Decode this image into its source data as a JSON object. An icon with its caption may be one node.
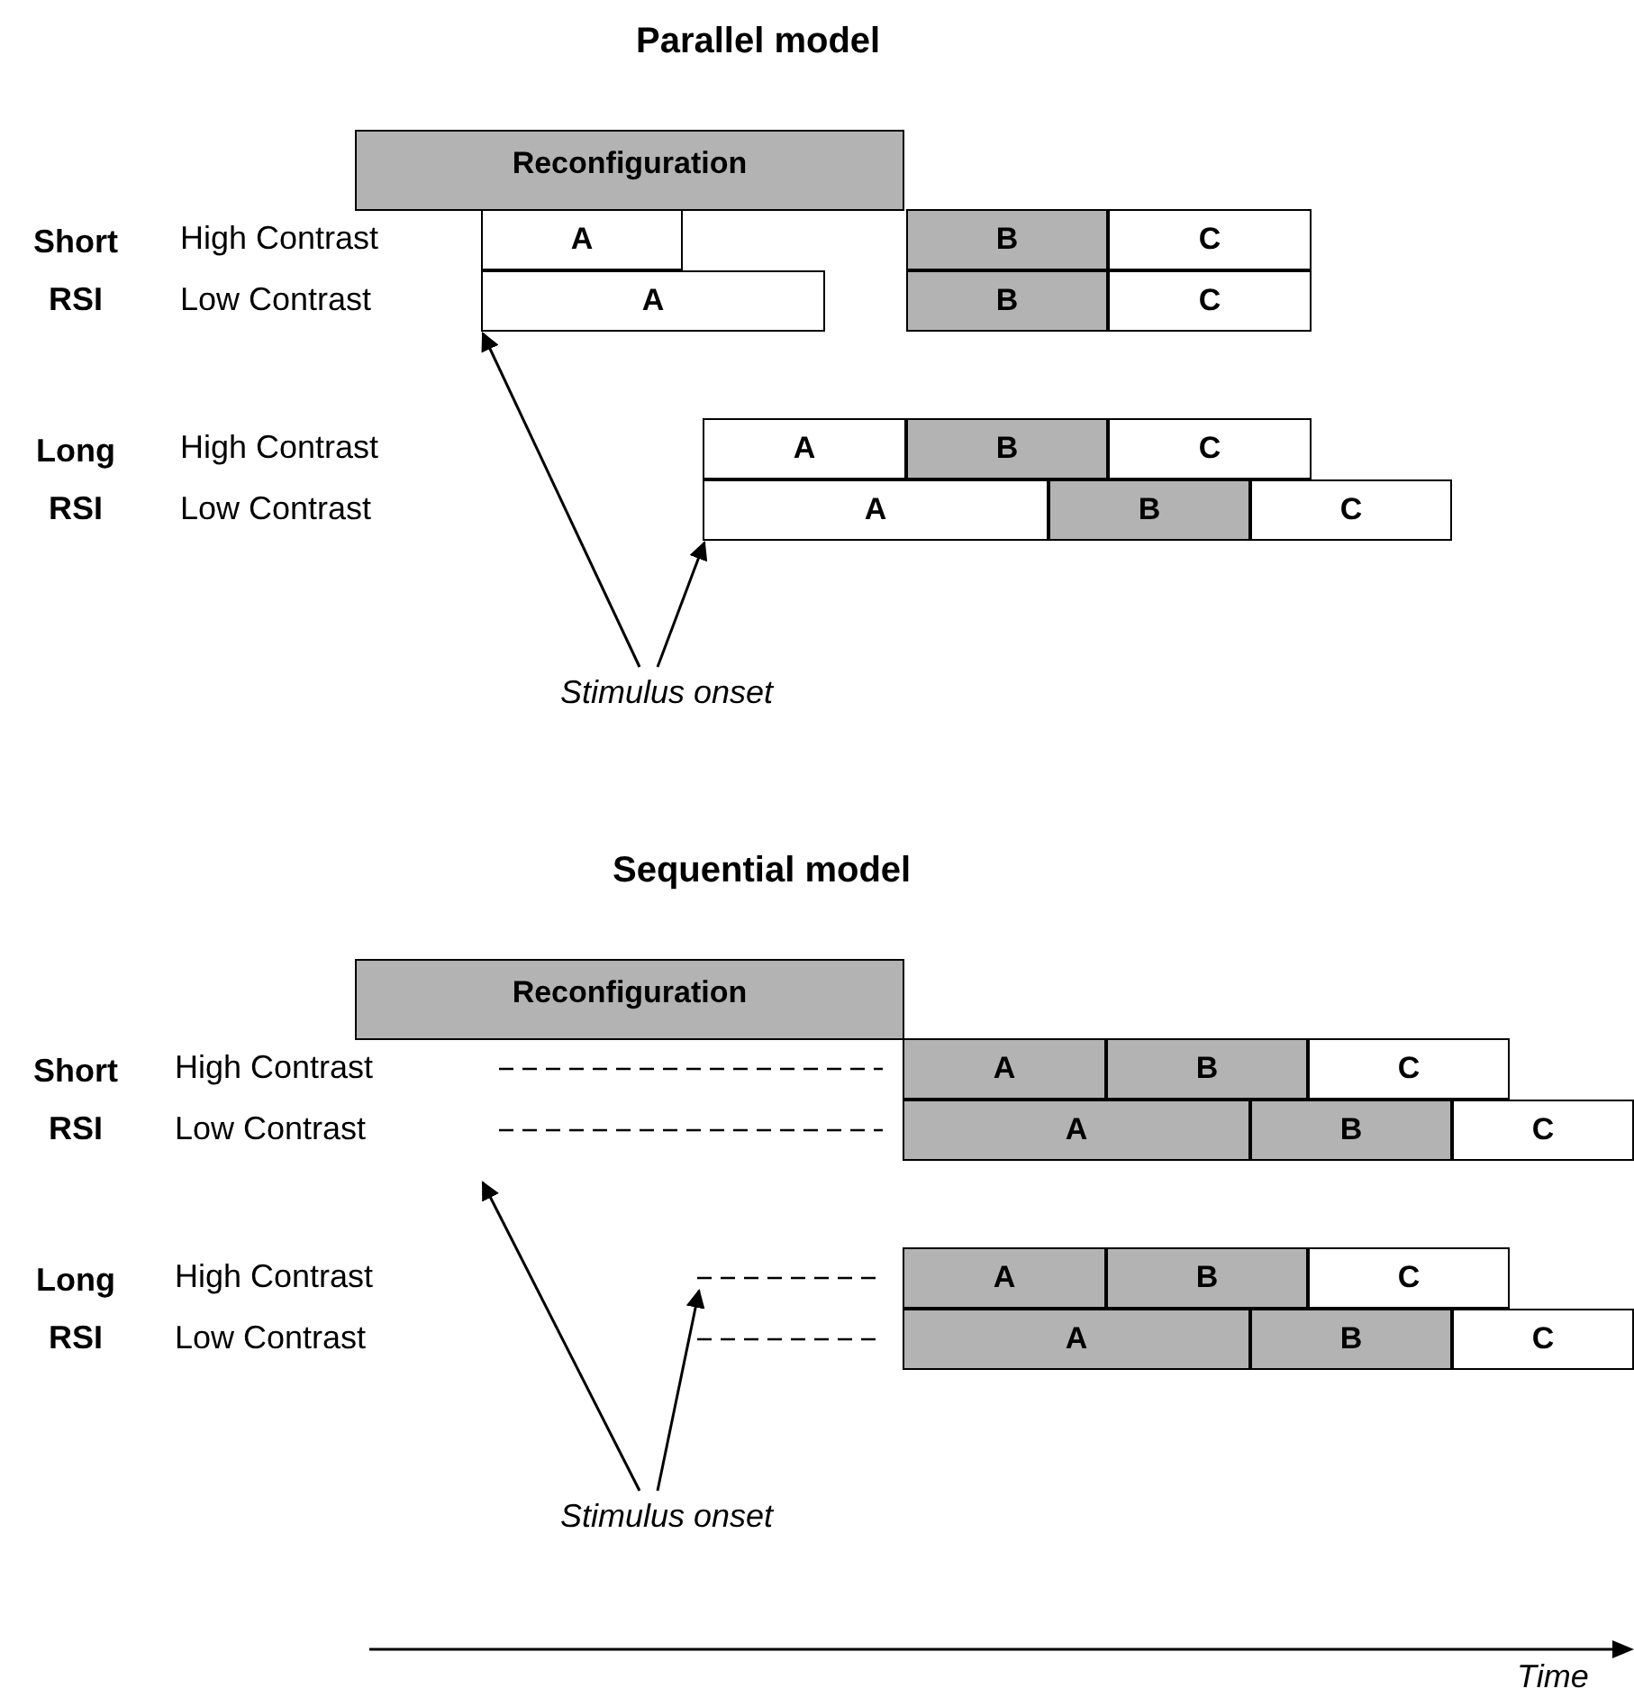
{
  "diagram": {
    "nodes": [
      {
        "text": [
          "Reconfiguration"
        ]
      },
      {
        "text": [
          "A"
        ]
      },
      {
        "text": [
          "B"
        ]
      },
      {
        "text": [
          "C"
        ]
      },
      {
        "text": [
          "A"
        ]
      },
      {
        "text": [
          "B"
        ]
      },
      {
        "text": [
          "C"
        ]
      },
      {
        "text": [
          "A"
        ]
      },
      {
        "text": [
          "B"
        ]
      },
      {
        "text": [
          "C"
        ]
      },
      {
        "text": [
          "A"
        ]
      },
      {
        "text": [
          "B"
        ]
      },
      {
        "text": [
          "C"
        ]
      },
      {
        "text": [
          "Stimulus onset"
        ]
      },
      {
        "text": [
          "Reconfiguration"
        ]
      },
      {
        "text": [
          "A"
        ]
      },
      {
        "text": [
          "B"
        ]
      },
      {
        "text": [
          "C"
        ]
      },
      {
        "text": [
          "A"
        ]
      },
      {
        "text": [
          "B"
        ]
      },
      {
        "text": [
          "C"
        ]
      },
      {
        "text": [
          "A"
        ]
      },
      {
        "text": [
          "B"
        ]
      },
      {
        "text": [
          "C"
        ]
      },
      {
        "text": [
          "A"
        ]
      },
      {
        "text": [
          "B"
        ]
      },
      {
        "text": [
          "C"
        ]
      },
      {
        "text": [
          "Stimulus onset"
        ]
      }
    ],
    "edges": [
      {
        "from": 13,
        "to": 4,
        "arrow": "to"
      },
      {
        "from": 13,
        "to": 10,
        "arrow": "to"
      },
      {
        "from": 27,
        "to": null,
        "arrow": "to"
      },
      {
        "from": 27,
        "to": null,
        "arrow": "to"
      }
    ],
    "labels": [
      "Parallel model",
      "Short RSI",
      "High Contrast",
      "Low Contrast",
      "Long RSI",
      "High Contrast",
      "Low Contrast",
      "Sequential model",
      "Short RSI",
      "High Contrast",
      "Low Contrast",
      "Long RSI",
      "High Contrast",
      "Low Contrast",
      "Time"
    ]
  }
}
